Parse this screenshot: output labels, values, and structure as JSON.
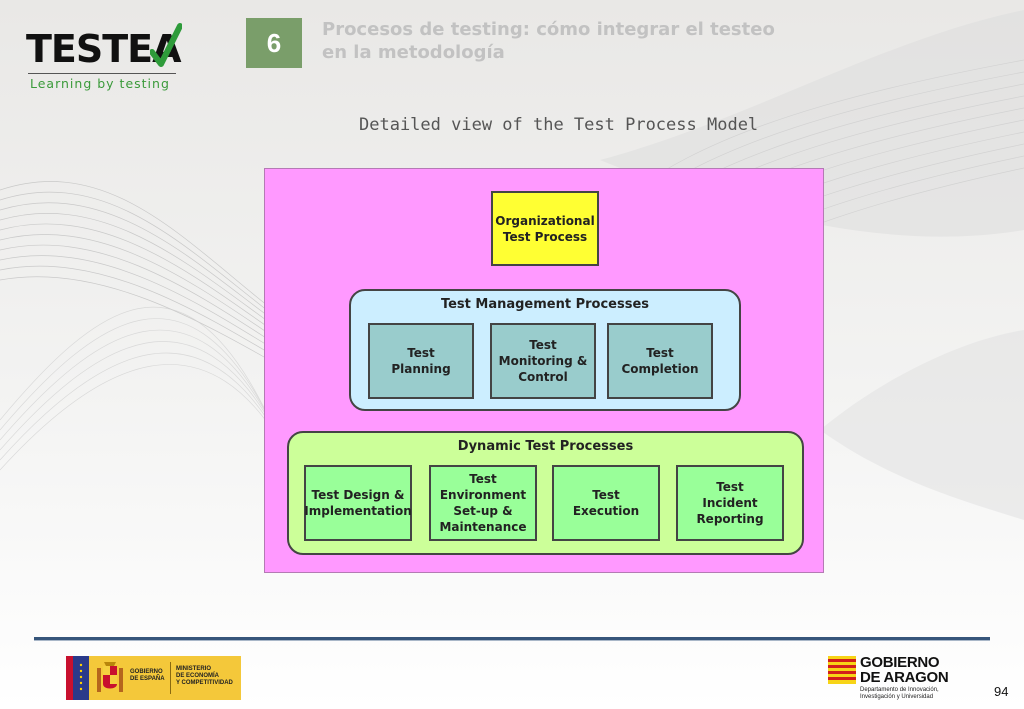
{
  "header": {
    "logo_text": "TESTEA",
    "logo_tagline": "Learning by testing",
    "chapter_number": "6",
    "chapter_title": "Procesos de testing: cómo integrar el testeo en la metodología"
  },
  "slide": {
    "subtitle": "Detailed view of the Test Process Model"
  },
  "diagram": {
    "organizational": "Organizational\nTest Process",
    "management": {
      "title": "Test Management Processes",
      "items": [
        "Test\nPlanning",
        "Test\nMonitoring &\nControl",
        "Test\nCompletion"
      ]
    },
    "dynamic": {
      "title": "Dynamic Test Processes",
      "items": [
        "Test Design &\nImplementation",
        "Test\nEnvironment\nSet-up &\nMaintenance",
        "Test\nExecution",
        "Test\nIncident\nReporting"
      ]
    },
    "colors": {
      "background": "#ff99ff",
      "organizational": "#ffff33",
      "management_group": "#cceeff",
      "management_item": "#99cccc",
      "dynamic_group": "#ccff99",
      "dynamic_item": "#99ff99"
    }
  },
  "footer": {
    "spain_gov": "GOBIERNO\nDE ESPAÑA",
    "spain_ministry": "MINISTERIO\nDE ECONOMÍA\nY COMPETITIVIDAD",
    "aragon_name": "GOBIERNO\nDE ARAGON",
    "aragon_dept": "Departamento de Innovación,\nInvestigación y Universidad",
    "page_number": "94"
  }
}
